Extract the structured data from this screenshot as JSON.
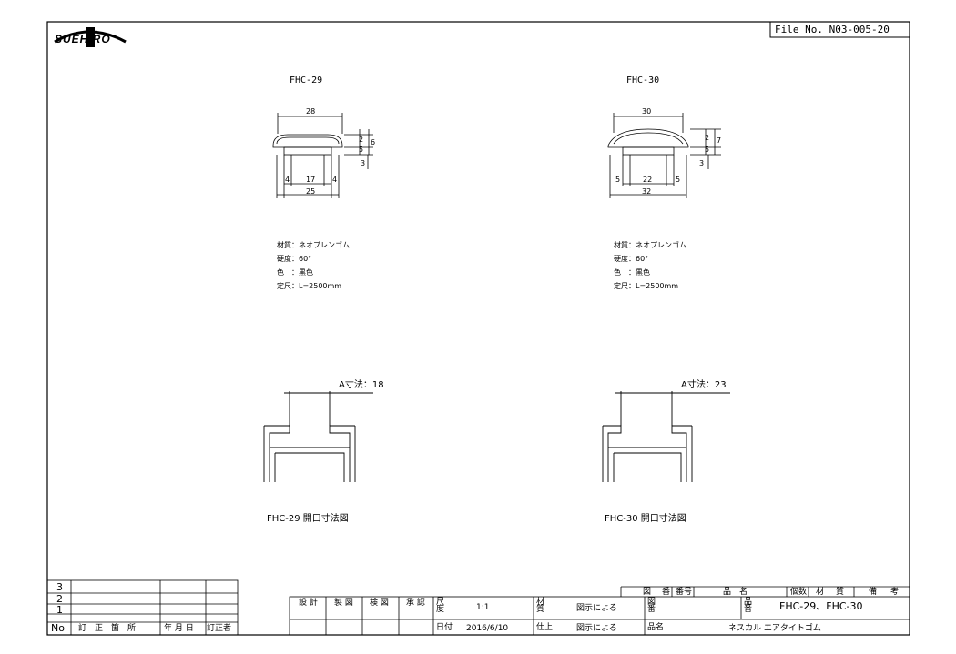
{
  "header": {
    "logo_text": "SUEHIRO",
    "file_no": "File_No. N03-005-20"
  },
  "profiles": [
    {
      "name": "FHC-29",
      "dims": {
        "top": "28",
        "right_a": "2",
        "right_b": "5",
        "right_c": "6",
        "left_c": "3",
        "bottom_l": "4",
        "bottom_m": "17",
        "bottom_r": "4",
        "bottom_total": "25"
      },
      "spec": {
        "material": "材質：ネオプレンゴム",
        "hardness": "硬度：60°",
        "color": "色　：黒色",
        "length": "定尺：L=2500mm"
      },
      "opening_label": "A寸法：18",
      "opening_caption": "FHC-29 開口寸法図"
    },
    {
      "name": "FHC-30",
      "dims": {
        "top": "30",
        "right_a": "2",
        "right_b": "5",
        "right_c": "7",
        "left_c": "3",
        "bottom_l": "5",
        "bottom_m": "22",
        "bottom_r": "5",
        "bottom_total": "32"
      },
      "spec": {
        "material": "材質：ネオプレンゴム",
        "hardness": "硬度：60°",
        "color": "色　：黒色",
        "length": "定尺：L=2500mm"
      },
      "opening_label": "A寸法：23",
      "opening_caption": "FHC-30 開口寸法図"
    }
  ],
  "revision_table": {
    "rows": [
      "3",
      "2",
      "1"
    ],
    "header": {
      "no": "No",
      "place": "訂　正　箇　所",
      "date": "年 月 日",
      "person": "訂正者"
    }
  },
  "title_block": {
    "design": "設 計",
    "drawing": "製 図",
    "check": "検 図",
    "approve": "承 認",
    "scale_label": "尺\n度",
    "scale_value": "1:1",
    "date_label": "日付",
    "date_value": "2016/6/10",
    "material_label": "材\n質",
    "material_value": "図示による",
    "finish_label": "仕上",
    "finish_value": "図示による",
    "drawing_no_label": "図\n番",
    "product_no_label": "品\n番",
    "product_no_value": "FHC-29、FHC-30",
    "product_name_label": "品名",
    "product_name_value": "ネスカル エアタイトゴム",
    "parts_header": {
      "zu": "図",
      "ban": "番",
      "banno": "番号",
      "hinmei": "品　名",
      "kosu": "個数",
      "zai": "材",
      "shitsu": "質",
      "bi": "備",
      "ko": "考"
    }
  }
}
